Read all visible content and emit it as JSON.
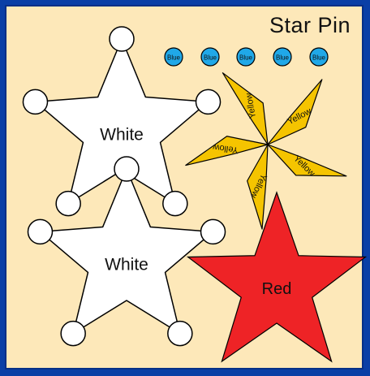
{
  "title": "Star Pin",
  "colors": {
    "frame": "#0a3fa6",
    "board": "#fde8b9",
    "white": "#ffffff",
    "yellow": "#f5c400",
    "red": "#ee2326",
    "blue": "#20a8e8"
  },
  "pieces": {
    "blue_dots": [
      "Blue",
      "Blue",
      "Blue",
      "Blue",
      "Blue"
    ],
    "white_star_top": "White",
    "white_star_bottom": "White",
    "yellow_pinwheel": [
      "Yellow",
      "Yellow",
      "Yellow",
      "Yellow",
      "Yellow"
    ],
    "red_star": "Red"
  }
}
